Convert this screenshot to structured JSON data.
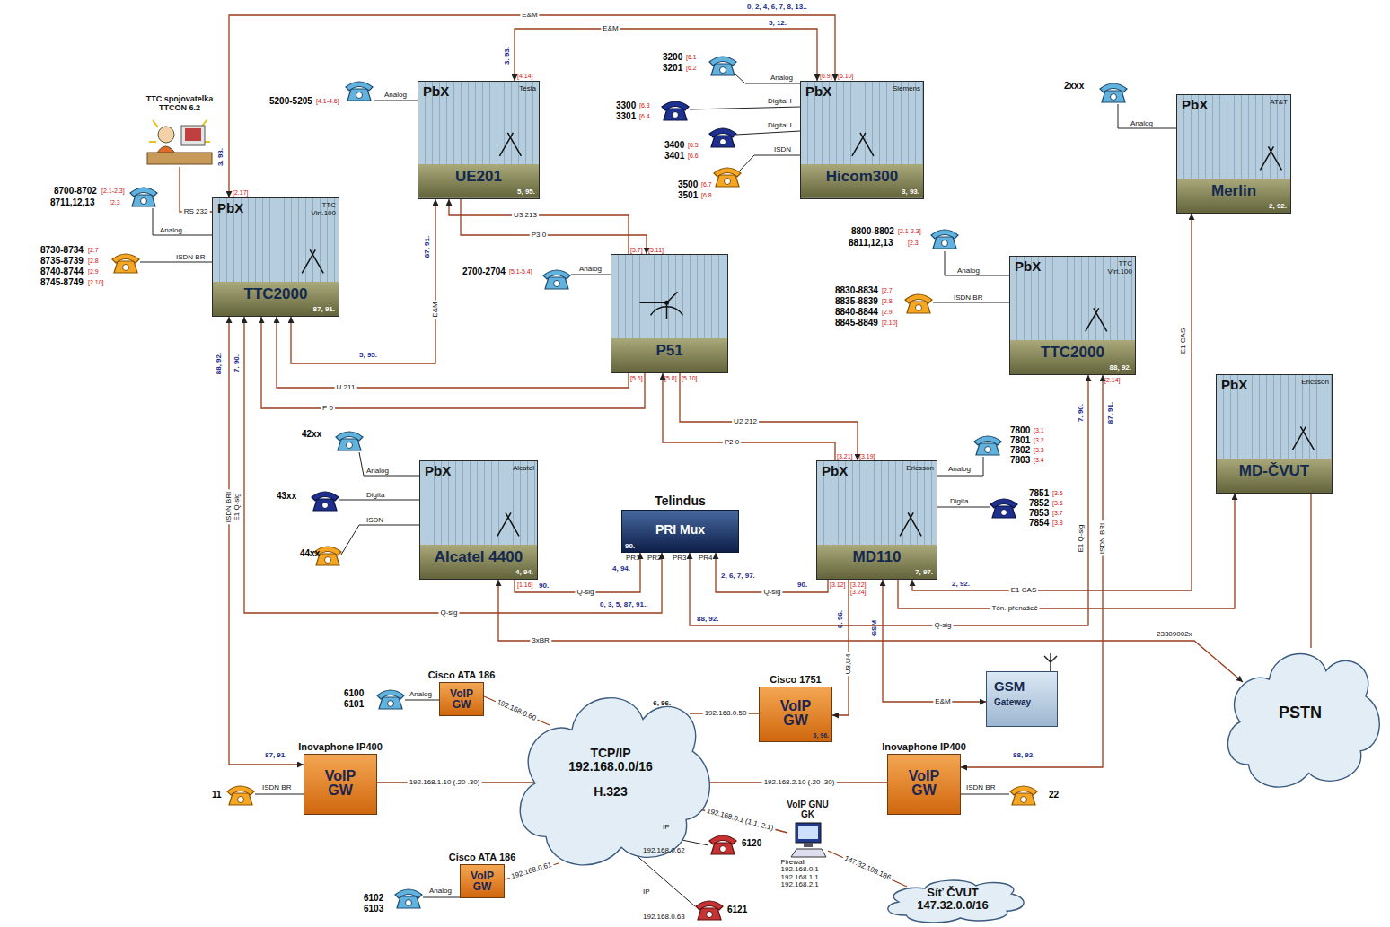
{
  "diagram": {
    "nodes": [
      {
        "text": [
          "PbX",
          "TTC Virt.100",
          "TTC2000",
          "87, 91."
        ]
      },
      {
        "text": [
          "PbX",
          "Tesla",
          "UE201",
          "5, 95."
        ]
      },
      {
        "text": [
          "PbX",
          "Siemens",
          "Hicom300",
          "3, 93."
        ]
      },
      {
        "text": [
          "PbX",
          "AT&T",
          "Merlin",
          "2, 92."
        ]
      },
      {
        "text": [
          "P51"
        ]
      },
      {
        "text": [
          "PbX",
          "TTC Virt.100",
          "TTC2000",
          "88, 92."
        ]
      },
      {
        "text": [
          "PbX",
          "Ericsson",
          "MD-ČVUT"
        ]
      },
      {
        "text": [
          "PbX",
          "Alcatel",
          "Alcatel 4400",
          "4, 94."
        ]
      },
      {
        "text": [
          "PbX",
          "Ericsson",
          "MD110",
          "7, 97."
        ]
      },
      {
        "text": [
          "Telindus",
          "PRI Mux",
          "90."
        ]
      },
      {
        "text": [
          "TCP/IP 192.168.0.0/16",
          "H.323",
          "6, 96."
        ]
      },
      {
        "text": [
          "PSTN"
        ]
      },
      {
        "text": [
          "Síť ČVUT 147.32.0.0/16"
        ]
      },
      {
        "text": [
          "Cisco ATA 186",
          "VoIP GW"
        ]
      },
      {
        "text": [
          "Cisco 1751",
          "VoIP GW",
          "6, 96."
        ]
      },
      {
        "text": [
          "Inovaphone IP400",
          "VoIP GW"
        ]
      },
      {
        "text": [
          "Inovaphone IP400",
          "VoIP GW"
        ]
      },
      {
        "text": [
          "Cisco ATA 186",
          "VoIP GW"
        ]
      },
      {
        "text": [
          "GSM",
          "Gateway"
        ]
      },
      {
        "text": [
          "VoIP GNU GK",
          "Firewall 192.168.0.1 192.168.1.1 192.168.2.1"
        ]
      },
      {
        "text": [
          "TTC spojovatelka TTCON 6.2"
        ]
      }
    ],
    "edges": [
      {
        "from": 0,
        "to": 2,
        "arrow": "both",
        "label": "E&M"
      },
      {
        "from": 1,
        "to": 2,
        "arrow": "both",
        "label": "E&M"
      },
      {
        "from": 0,
        "to": 1,
        "arrow": "both",
        "label": "E&M"
      },
      {
        "from": 4,
        "to": 1,
        "arrow": "to",
        "label": "U3 213"
      },
      {
        "from": 1,
        "to": 4,
        "arrow": "to",
        "label": "P3 0"
      },
      {
        "from": 4,
        "to": 0,
        "arrow": "to",
        "label": "U 211"
      },
      {
        "from": 4,
        "to": 0,
        "arrow": "to",
        "label": "P 0"
      },
      {
        "from": 4,
        "to": 8,
        "arrow": "to",
        "label": "U2 212"
      },
      {
        "from": 8,
        "to": 4,
        "arrow": "to",
        "label": "P2 0"
      },
      {
        "from": 0,
        "to": 9,
        "arrow": "both",
        "label": "Q-sig"
      },
      {
        "from": 0,
        "to": 15,
        "arrow": "both",
        "label": "ISDN BRI"
      },
      {
        "from": 5,
        "to": 16,
        "arrow": "both",
        "label": "ISDN BRI"
      },
      {
        "from": 7,
        "to": 9,
        "arrow": "to",
        "label": "Q-sig"
      },
      {
        "from": 8,
        "to": 9,
        "arrow": "to",
        "label": "Q-sig"
      },
      {
        "from": 9,
        "to": 5,
        "arrow": "both",
        "label": "Q-sig"
      },
      {
        "from": 8,
        "to": 3,
        "arrow": "both",
        "label": "E1 CAS"
      },
      {
        "from": 8,
        "to": 6,
        "arrow": "to",
        "label": "Tón. přenašeč"
      },
      {
        "from": 7,
        "to": 11,
        "arrow": "both",
        "label": "3xBR"
      },
      {
        "from": 6,
        "to": 11,
        "arrow": "none"
      },
      {
        "from": 8,
        "to": 14,
        "arrow": "to",
        "label": "U3,U4"
      },
      {
        "from": 8,
        "to": 18,
        "arrow": "both",
        "label": "E&M"
      },
      {
        "from": 13,
        "to": 10,
        "arrow": "none",
        "label": "192.168.0.60"
      },
      {
        "from": 14,
        "to": 10,
        "arrow": "none",
        "label": "192.168.0.50"
      },
      {
        "from": 15,
        "to": 10,
        "arrow": "none",
        "label": "192.168.1.10 (.20 .30)"
      },
      {
        "from": 16,
        "to": 10,
        "arrow": "none",
        "label": "192.168.2.10 (.20 .30)"
      },
      {
        "from": 17,
        "to": 10,
        "arrow": "none",
        "label": "192.168.0.61"
      },
      {
        "from": 19,
        "to": 10,
        "arrow": "none",
        "label": "192.168.0.1 (1.1, 2.1)"
      },
      {
        "from": 19,
        "to": 12,
        "arrow": "none",
        "label": "147.32.198.186"
      },
      {
        "from": 20,
        "to": 0,
        "arrow": "none",
        "label": "RS 232"
      }
    ],
    "labels": [
      "5200-5205",
      "[4.1-4.6]",
      "Analog",
      "3200",
      "[6.1",
      "3201",
      "[6.2",
      "Analog",
      "3300",
      "[6.3",
      "3301",
      "[6.4",
      "Digital I",
      "3400",
      "[6.5",
      "3401",
      "[6.6",
      "Digital I",
      "ISDN",
      "3500",
      "[6.7",
      "3501",
      "[6.8",
      "2xxx",
      "Analog",
      "8700-8702",
      "[2.1-2.3]",
      "8711,12,13",
      "[2.3",
      "Analog",
      "8730-8734",
      "[2.7",
      "8735-8739",
      "[2.8",
      "8740-8744",
      "[2.9",
      "8745-8749",
      "[2.10]",
      "ISDN BR",
      "2700-2704",
      "[5.1-5.4]",
      "Analog",
      "8800-8802",
      "[2.1-2.3]",
      "8811,12,13",
      "[2.3",
      "Analog",
      "8830-8834",
      "[2.7",
      "8835-8839",
      "[2.8",
      "8840-8844",
      "[2.9",
      "8845-8849",
      "[2.10]",
      "ISDN BR",
      "42xx",
      "Analog",
      "43xx",
      "Digita",
      "44xx",
      "ISDN",
      "7800",
      "[3.1",
      "7801",
      "[3.2",
      "7802",
      "[3.3",
      "7803",
      "[3.4",
      "Analog",
      "7851",
      "[3.5",
      "7852",
      "[3.6",
      "7853",
      "[3.7",
      "7854",
      "[3.8",
      "Digita",
      "6100",
      "6101",
      "Analog",
      "6102",
      "6103",
      "Analog",
      "11",
      "ISDN BR",
      "22",
      "ISDN BR",
      "IP",
      "192.168.0.62",
      "6120",
      "IP",
      "192.168.0.63",
      "6121",
      "[2.17]",
      "[4.14]",
      "[6.9]",
      "[6.10]",
      "[5.7]",
      "[5.11]",
      "[5.6]",
      "[5.8]",
      "[5.10]",
      "[3.21]",
      "[3.19]",
      "[3.12]",
      "[3.22]",
      "[3.24]",
      "[2.14]",
      "[1.16]",
      "0, 2, 4, 6, 7, 8, 13..",
      "5, 12.",
      "3. 93.",
      "3. 93.",
      "87, 91.",
      "5, 95.",
      "88, 92.",
      "7. 90.",
      "E1 Q-sig",
      "87, 91.",
      "7. 90.",
      "87, 91.",
      "E1 Q-sig",
      "88, 92.",
      "90.",
      "4, 94.",
      "PR1",
      "PR2",
      "PR3",
      "PR4",
      "90.",
      "2, 6, 7, 97.",
      "0, 3, 5, 87, 91..",
      "88, 92.",
      "2, 92.",
      "E1 CAS",
      "23309002x",
      "6. 96.",
      "GSM"
    ]
  }
}
